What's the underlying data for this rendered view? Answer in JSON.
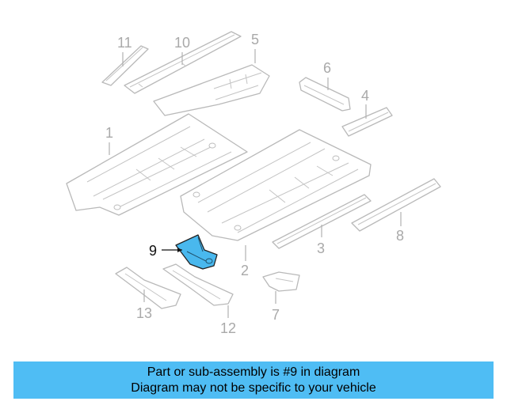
{
  "diagram": {
    "highlight_color": "#4fbdf4",
    "callouts": {
      "c1": "1",
      "c2": "2",
      "c3": "3",
      "c4": "4",
      "c5": "5",
      "c6": "6",
      "c7": "7",
      "c8": "8",
      "c9": "9",
      "c10": "10",
      "c11": "11",
      "c12": "12",
      "c13": "13"
    },
    "highlighted_part": "9"
  },
  "banner": {
    "line1": "Part or sub-assembly is #9 in diagram",
    "line2": "Diagram may not be specific to your vehicle",
    "background": "#4fbdf4"
  }
}
